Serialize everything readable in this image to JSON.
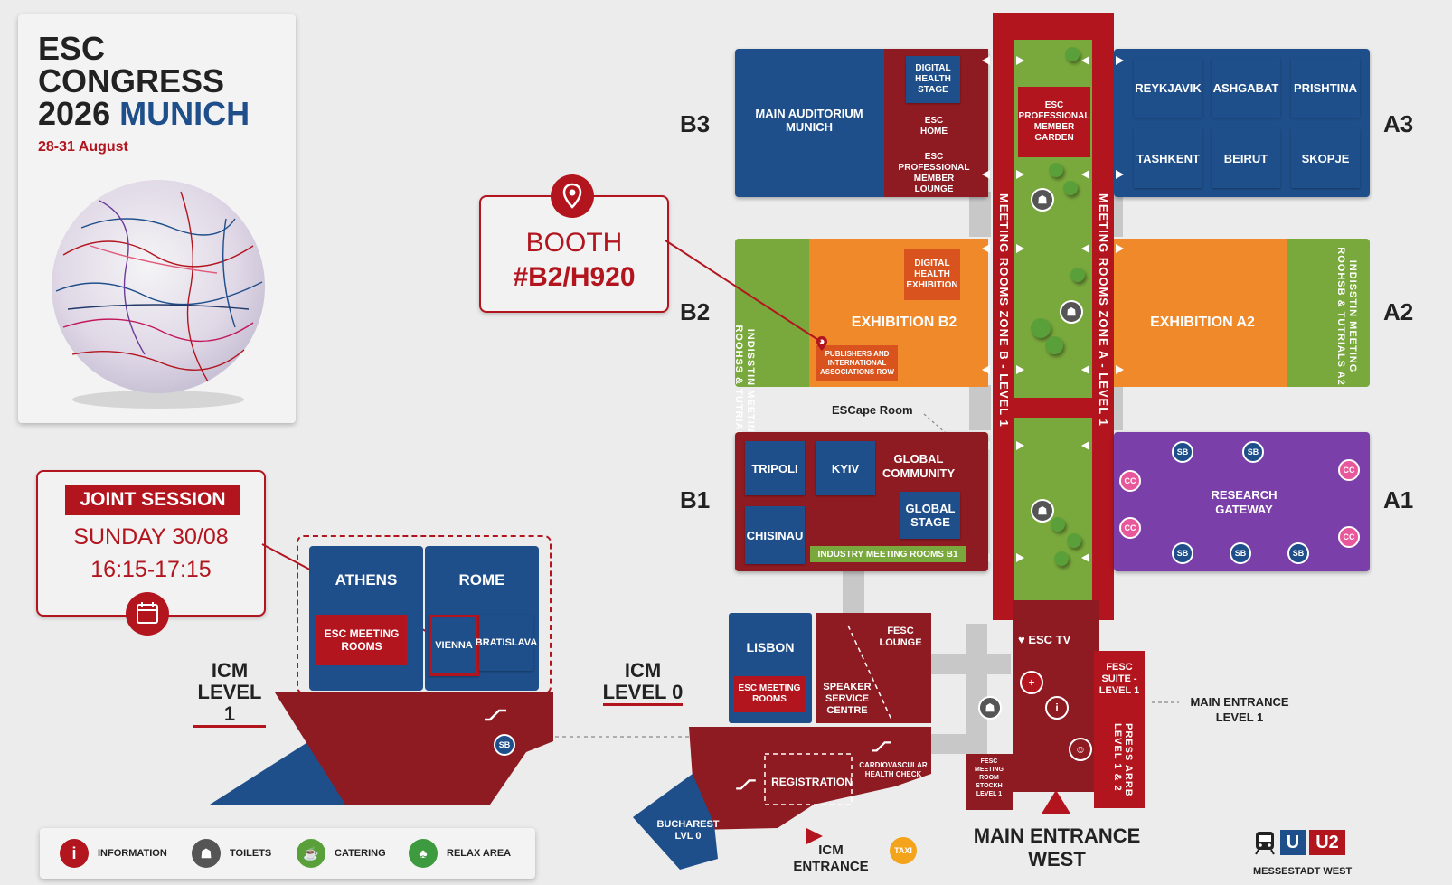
{
  "header": {
    "title_line1": "ESC",
    "title_line2": "CONGRESS",
    "title_year": "2026",
    "title_city": "MUNICH",
    "dates": "28-31 August"
  },
  "zones": {
    "b3": "B3",
    "b2": "B2",
    "b1": "B1",
    "a3": "A3",
    "a2": "A2",
    "a1": "A1"
  },
  "hall_b3": {
    "main_auditorium": "MAIN AUDITORIUM MUNICH",
    "digital_health_stage": "DIGITAL HEALTH STAGE",
    "esc_home": "ESC HOME",
    "member_lounge": "ESC PROFESSIONAL MEMBER LOUNGE"
  },
  "garden": {
    "label": "ESC PROFESSIONAL MEMBER GARDEN"
  },
  "hall_a3": {
    "rooms": [
      "REYKJAVIK",
      "ASHGABAT",
      "PRISHTINA",
      "TASHKENT",
      "BEIRUT",
      "SKOPJE"
    ]
  },
  "hall_b2": {
    "side": "INDISSTIN MEETING ROOHSS & TUTRIALS",
    "main": "EXHIBITION B2",
    "digital_exhibition": "DIGITAL HEALTH EXHIBITION",
    "publishers": "PUBLISHERS AND INTERNATIONAL ASSOCIATIONS ROW"
  },
  "hall_a2": {
    "main": "EXHIBITION A2",
    "side": "INDISSTIN MEETING ROOHSB & TUTRIALS A2"
  },
  "corridors": {
    "zone_b": "MEETING ROOMS ZONE B - LEVEL 1",
    "zone_a": "MEETING ROOMS ZONE A - LEVEL 1"
  },
  "booth": {
    "line1": "BOOTH",
    "line2": "#B2/H920"
  },
  "escape_room": "ESCape Room",
  "hall_b1": {
    "tripoli": "TRIPOLI",
    "kyiv": "KYIV",
    "chisinau": "CHISINAU",
    "global_community": "GLOBAL COMMUNITY",
    "global_stage": "GLOBAL STAGE",
    "industry": "INDUSTRY MEETING ROOMS B1"
  },
  "hall_a1": {
    "label": "RESEARCH GATEWAY",
    "sb": "SB",
    "cc": "CC"
  },
  "joint_session": {
    "badge": "JOINT SESSION",
    "day": "SUNDAY 30/08",
    "time": "16:15-17:15"
  },
  "icm_level1": {
    "label_line1": "ICM",
    "label_line2": "LEVEL 1",
    "athens": "ATHENS",
    "rome": "ROME",
    "meeting_rooms": "ESC MEETING ROOMS",
    "vienna": "VIENNA",
    "bratislava": "BRATISLAVA",
    "sb": "SB"
  },
  "icm_level0": {
    "label_line1": "ICM",
    "label_line2": "LEVEL 0",
    "lisbon": "LISBON",
    "meeting_rooms": "ESC MEETING ROOMS",
    "speaker_centre": "SPEAKER SERVICE CENTRE",
    "fesc_lounge": "FESC LOUNGE",
    "registration": "REGISTRATION",
    "cardio": "CARDIOVASCULAR HEALTH CHECK",
    "bucharest": "BUCHAREST LVL 0",
    "icm_entrance": "ICM ENTRANCE",
    "taxi": "TAXI"
  },
  "entrance": {
    "esc_tv": "ESC TV",
    "fesc_suite": "FESC SUITE - LEVEL 1",
    "press": "PRESS ARRB LEVEL 1 & 2",
    "fesc_meeting": "FESC MEETING ROOM STOCKH LEVEL 1",
    "main_level1": "MAIN ENTRANCE LEVEL 1",
    "main_west": "MAIN ENTRANCE WEST"
  },
  "transit": {
    "u": "U",
    "line": "U2",
    "station": "MESSESTADT WEST"
  },
  "legend": {
    "items": [
      {
        "label": "INFORMATION",
        "icon": "information-icon",
        "color": "#b3151e"
      },
      {
        "label": "TOILETS",
        "icon": "toilets-icon",
        "color": "#555555"
      },
      {
        "label": "CATERING",
        "icon": "catering-icon",
        "color": "#5aa03a"
      },
      {
        "label": "RELAX AREA",
        "icon": "relax-area-icon",
        "color": "#3e9a3e"
      }
    ]
  },
  "colors": {
    "red": "#b3151e",
    "dark_red": "#8e1a22",
    "blue": "#1f4f8a",
    "orange": "#f0892a",
    "green": "#79a83c",
    "purple": "#7a3fa8"
  }
}
